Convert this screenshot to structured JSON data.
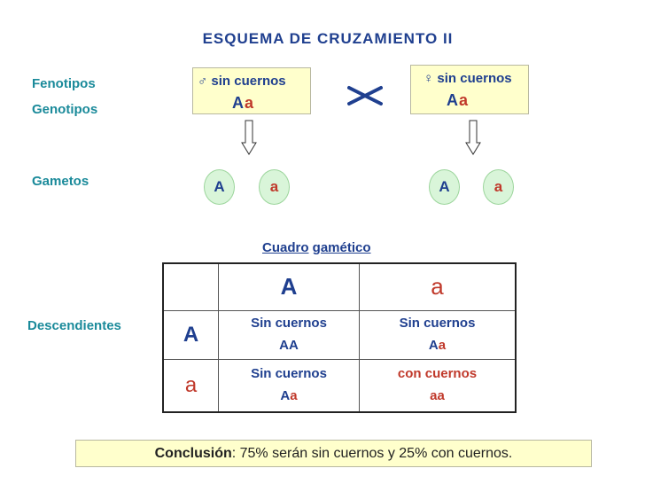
{
  "title": "ESQUEMA DE CRUZAMIENTO II",
  "labels": {
    "fenotipos": "Fenotipos",
    "genotipos": "Genotipos",
    "gametos": "Gametos",
    "descendientes": "Descendientes"
  },
  "male": {
    "phenotype": "♂ sin cuernos",
    "genotype": [
      "A",
      "a"
    ],
    "gametes": [
      "A",
      "a"
    ]
  },
  "female": {
    "phenotype": "♀ sin cuernos",
    "genotype": [
      "A",
      "a"
    ],
    "gametes": [
      "A",
      "a"
    ]
  },
  "cross_symbol": "cross-sign",
  "table": {
    "title_part1": "Cuadro",
    "title_part2": "gamético",
    "col_headers": [
      "A",
      "a"
    ],
    "row_headers": [
      "A",
      "a"
    ],
    "cells": [
      [
        {
          "phenotype": "Sin cuernos",
          "genotype": [
            "A",
            "A"
          ]
        },
        {
          "phenotype": "Sin cuernos",
          "genotype": [
            "A",
            "a"
          ]
        }
      ],
      [
        {
          "phenotype": "Sin cuernos",
          "genotype": [
            "A",
            "a"
          ]
        },
        {
          "phenotype": "con cuernos",
          "genotype": [
            "a",
            "a"
          ]
        }
      ]
    ]
  },
  "conclusion": {
    "label": "Conclusión",
    "text": ": 75% serán sin cuernos y 25% con cuernos."
  },
  "colors": {
    "dominant": "#1f3f8f",
    "recessive": "#c0392b",
    "side_label": "#1a8a9a",
    "box_fill": "#ffffcc",
    "gamete_fill": "#d9f5d9"
  }
}
